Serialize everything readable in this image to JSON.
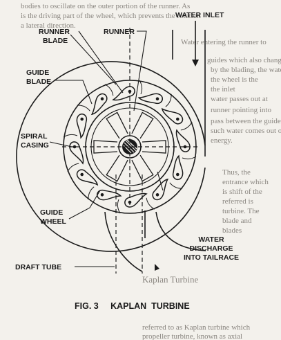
{
  "labels": {
    "water_inlet": "WATER INLET",
    "runner": "RUNNER",
    "runner_blade": [
      "RUNNER",
      "BLADE"
    ],
    "guide_blade": [
      "GUIDE",
      "BLADE"
    ],
    "spiral_casing": [
      "SPIRAL",
      "CASING"
    ],
    "guide_wheel": [
      "GUIDE",
      "WHEEL"
    ],
    "draft_tube": "DRAFT TUBE",
    "water_discharge": [
      "WATER",
      "DISCHARGE",
      "INTO TAILRACE"
    ]
  },
  "caption": "FIG. 3     KAPLAN  TURBINE",
  "background_text": [
    "bodies to oscillate on the outer portion of the runner. As",
    "is the driving part of the wheel, which prevents the rotation",
    "a lateral direction.",
    "Water entering the runner to",
    "guides which also changes the",
    "by the blading, the water is",
    "the wheel is the",
    "the inlet",
    "water passes out at",
    "runner pointing into",
    "pass between the guide",
    "such water comes out of",
    "energy.",
    "Thus, the",
    "entrance which",
    "is shift of the",
    "referred is",
    "turbine. The",
    "blade and",
    "blades",
    "Kaplan Turbine",
    "referred to as Kaplan turbine which",
    "propeller turbine, known as axial"
  ]
}
